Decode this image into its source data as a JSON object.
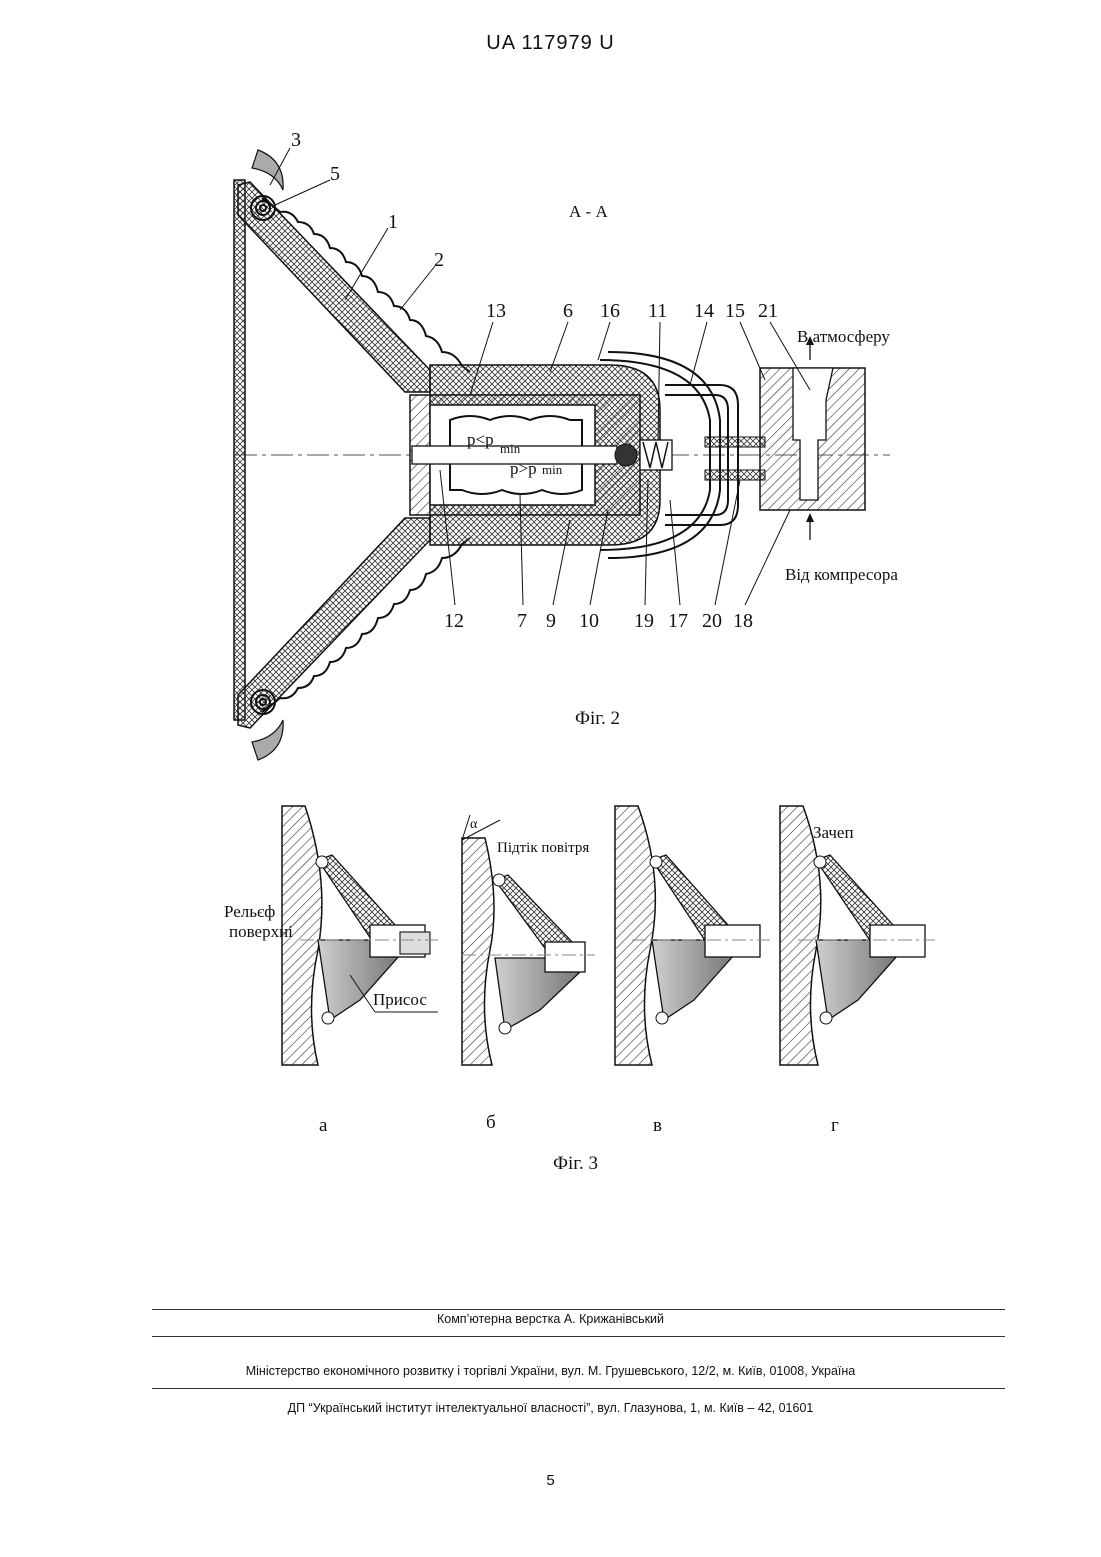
{
  "header": {
    "doc_number": "UA   117979   U"
  },
  "fig2": {
    "section_label": "А - А",
    "caption": "Фіг. 2",
    "labels": [
      "3",
      "5",
      "1",
      "2",
      "13",
      "6",
      "16",
      "11",
      "14",
      "15",
      "21",
      "12",
      "7",
      "9",
      "10",
      "19",
      "17",
      "20",
      "18"
    ],
    "to_atmosphere": "В атмосферу",
    "from_compressor": "Від компресора",
    "p_less": "p<p",
    "p_greater": "p>p",
    "sub_min": "min"
  },
  "fig3": {
    "relief_line1": "Рельєф",
    "relief_line2": "поверхні",
    "suction": "Присос",
    "air_inflow": "Підтік повітря",
    "hook": "Зачеп",
    "alpha": "α",
    "panels": [
      "а",
      "б",
      "в",
      "г"
    ],
    "caption": "Фіг. 3"
  },
  "footer": {
    "layout": "Комп’ютерна верстка А. Крижанівський",
    "ministry": "Міністерство економічного розвитку і торгівлі України, вул. М. Грушевського, 12/2, м. Київ, 01008, Україна",
    "institute": "ДП “Український інститут інтелектуальної власності”, вул. Глазунова, 1, м. Київ – 42, 01601",
    "page_number": "5"
  }
}
